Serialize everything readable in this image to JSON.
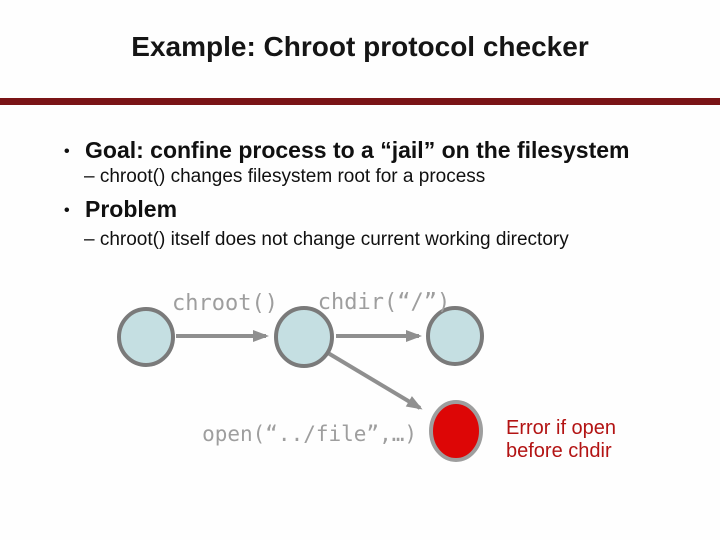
{
  "slide": {
    "title": "Example: Chroot protocol checker",
    "bullet_glyph": "•",
    "bullets": [
      {
        "label": "Goal: confine process to a “jail” on the filesystem",
        "sub": "– chroot() changes filesystem root for a process"
      },
      {
        "label": "Problem",
        "sub": "– chroot() itself does not change current working directory"
      }
    ]
  },
  "diagram": {
    "type": "state-machine",
    "states": [
      {
        "id": "start",
        "kind": "normal"
      },
      {
        "id": "after-chroot",
        "kind": "normal"
      },
      {
        "id": "after-chdir",
        "kind": "normal"
      },
      {
        "id": "error",
        "kind": "error"
      }
    ],
    "transitions": [
      {
        "from": "start",
        "to": "after-chroot",
        "label": "chroot()"
      },
      {
        "from": "after-chroot",
        "to": "after-chdir",
        "label": "chdir(“/”)"
      },
      {
        "from": "after-chroot",
        "to": "error",
        "label": "open(“../file”,…)"
      }
    ],
    "error_note": {
      "line1": "Error if open",
      "line2": "before chdir"
    },
    "colors": {
      "title_rule": "#7a1416",
      "state_fill": "#c5dfe2",
      "state_stroke": "#7a7a7a",
      "error_fill": "#dd0606",
      "error_stroke": "#9e9e9e",
      "arrow": "#8f8f8f",
      "label_text": "#9e9e9e",
      "note_text": "#b31414"
    }
  }
}
